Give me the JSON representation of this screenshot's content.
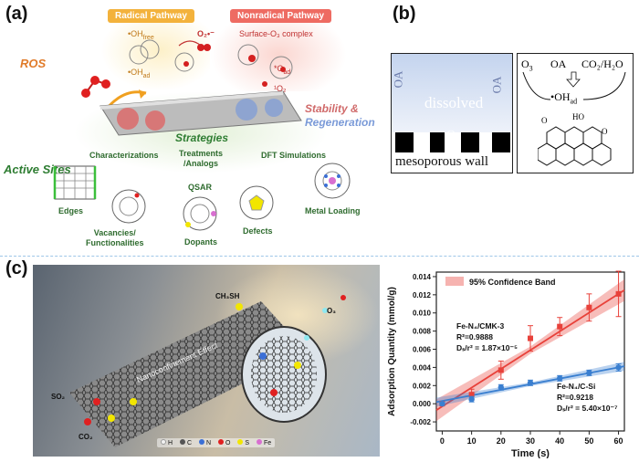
{
  "panels": {
    "a": "(a)",
    "b": "(b)",
    "c": "(c)"
  },
  "panel_a": {
    "radical_pathway": "Radical Pathway",
    "nonradical_pathway": "Nonradical Pathway",
    "oh_free": "•OH",
    "oh_free_sub": "free",
    "o2_radical": "O₂•⁻",
    "oh_ad": "•OH",
    "oh_ad_sub": "ad",
    "surface_o3": "Surface-O₃ complex",
    "o_ad": "*O",
    "o_ad_sub": "ad",
    "singlet_o2": "¹O₂",
    "ros": "ROS",
    "stability": "Stability &",
    "regeneration": "Regeneration",
    "active_sites": "Active Sites",
    "strategies": "Strategies",
    "characterizations": "Characterizations",
    "treatments": "Treatments\n/Analogs",
    "dft": "DFT Simulations",
    "qsar": "QSAR",
    "edges": "Edges",
    "vacancies": "Vacancies/\nFunctionalities",
    "dopants": "Dopants",
    "defects": "Defects",
    "metal_loading": "Metal Loading"
  },
  "panel_b": {
    "oa_left": "OA",
    "dissolved": "dissolved",
    "oa_right": "OA",
    "o3": "O",
    "o3_sub": "3",
    "mesoporous": "mesoporous",
    "wall": "wall",
    "r_o3": "O",
    "r_o3_sub": "3",
    "r_oa": "OA",
    "r_co2": "CO₂/H₂O",
    "r_oh": "•OH",
    "r_oh_sub": "ad",
    "r_o_left": "O",
    "r_ho": "HO",
    "r_o_right": "O"
  },
  "panel_c_left": {
    "ch3sh": "CH₃SH",
    "o3": "O₃",
    "so2": "SO₂",
    "co2": "CO₂",
    "nanoconfinement": "Nanoconfinement Effect",
    "legend": [
      {
        "symbol": "H",
        "color": "#f2f2f2"
      },
      {
        "symbol": "C",
        "color": "#555555"
      },
      {
        "symbol": "N",
        "color": "#3b6fd6"
      },
      {
        "symbol": "O",
        "color": "#e02020"
      },
      {
        "symbol": "S",
        "color": "#f2e600"
      },
      {
        "symbol": "Fe",
        "color": "#d86fd0"
      }
    ]
  },
  "chart_data": {
    "type": "scatter",
    "xlabel": "Time (s)",
    "ylabel": "Adsorption Quantity (mmol/g)",
    "xlim": [
      -2,
      62
    ],
    "ylim": [
      -0.003,
      0.0145
    ],
    "xticks": [
      0,
      10,
      20,
      30,
      40,
      50,
      60
    ],
    "yticks": [
      -0.002,
      0.0,
      0.002,
      0.004,
      0.006,
      0.008,
      0.01,
      0.012,
      0.014
    ],
    "ytick_labels": [
      "-0.002",
      "0.000",
      "0.002",
      "0.004",
      "0.006",
      "0.008",
      "0.010",
      "0.012",
      "0.014"
    ],
    "legend": "95% Confidence Band",
    "series": [
      {
        "name": "Fe-N₄/CMK-3",
        "x": [
          0,
          10,
          20,
          30,
          40,
          50,
          60
        ],
        "y": [
          0.0,
          0.001,
          0.0037,
          0.0072,
          0.0085,
          0.0106,
          0.0121
        ],
        "err": [
          0.0002,
          0.0006,
          0.001,
          0.0014,
          0.001,
          0.0015,
          0.0025
        ],
        "fit": [
          -0.0003,
          0.0121
        ],
        "color": "#e8413a",
        "r2": "R²=0.9888",
        "ds": "Dₛ/r² = 1.87×10⁻⁵"
      },
      {
        "name": "Fe-N₄/C-Si",
        "x": [
          0,
          10,
          20,
          30,
          40,
          50,
          60
        ],
        "y": [
          0.0,
          0.0005,
          0.0018,
          0.0023,
          0.0028,
          0.0034,
          0.004
        ],
        "err": [
          0.0002,
          0.0003,
          0.0003,
          0.0003,
          0.0003,
          0.0003,
          0.0004
        ],
        "fit": [
          0.0003,
          0.004
        ],
        "color": "#3a7fd0",
        "r2": "R²=0.9218",
        "ds": "Dₛ/r² = 5.40×10⁻⁷"
      }
    ]
  }
}
